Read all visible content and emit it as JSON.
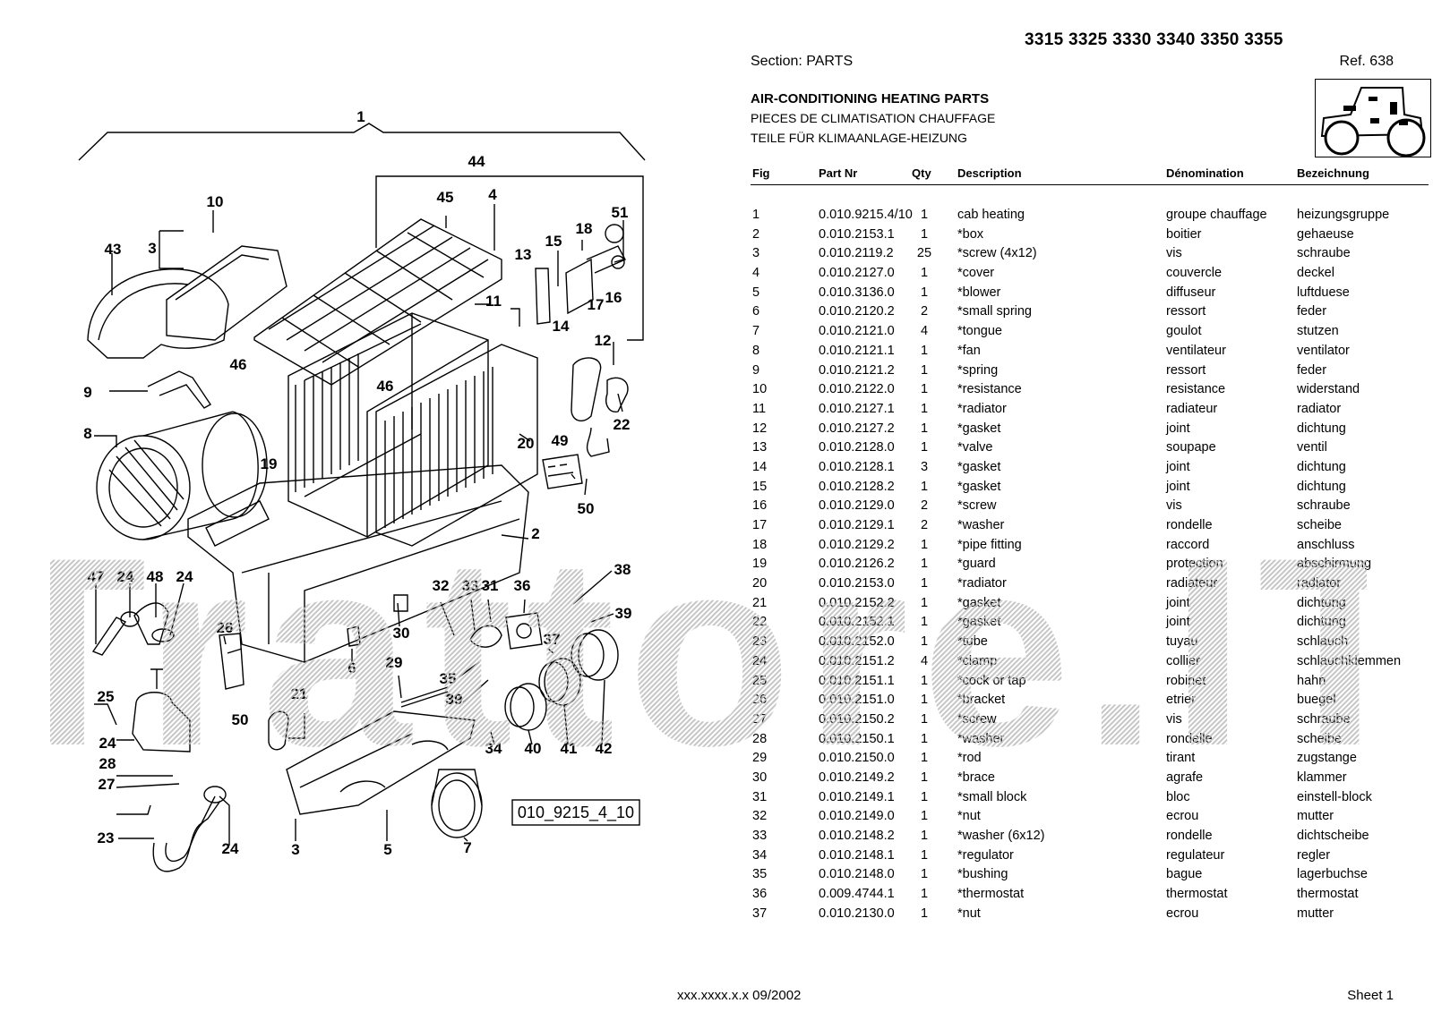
{
  "header": {
    "models": "3315 3325 3330 3340 3350 3355",
    "section": "Section: PARTS",
    "ref": "Ref. 638",
    "title_en": "AIR-CONDITIONING HEATING PARTS",
    "title_fr": "PIECES DE CLIMATISATION CHAUFFAGE",
    "title_de": "TEILE FÜR KLIMAANLAGE-HEIZUNG"
  },
  "table": {
    "headers": {
      "fig": "Fig",
      "part": "Part Nr",
      "qty": "Qty",
      "en": "Description",
      "fr": "Dénomination",
      "de": "Bezeichnung"
    },
    "rows": [
      {
        "fig": "1",
        "part": "0.010.9215.4/10",
        "qty": "1",
        "en": "cab heating",
        "fr": "groupe chauffage",
        "de": "heizungsgruppe"
      },
      {
        "fig": "2",
        "part": "0.010.2153.1",
        "qty": "1",
        "en": "*box",
        "fr": "boitier",
        "de": "gehaeuse"
      },
      {
        "fig": "3",
        "part": "0.010.2119.2",
        "qty": "25",
        "en": "*screw (4x12)",
        "fr": "vis",
        "de": "schraube"
      },
      {
        "fig": "4",
        "part": "0.010.2127.0",
        "qty": "1",
        "en": "*cover",
        "fr": "couvercle",
        "de": "deckel"
      },
      {
        "fig": "5",
        "part": "0.010.3136.0",
        "qty": "1",
        "en": "*blower",
        "fr": "diffuseur",
        "de": "luftduese"
      },
      {
        "fig": "6",
        "part": "0.010.2120.2",
        "qty": "2",
        "en": "*small spring",
        "fr": "ressort",
        "de": "feder"
      },
      {
        "fig": "7",
        "part": "0.010.2121.0",
        "qty": "4",
        "en": "*tongue",
        "fr": "goulot",
        "de": "stutzen"
      },
      {
        "fig": "8",
        "part": "0.010.2121.1",
        "qty": "1",
        "en": "*fan",
        "fr": "ventilateur",
        "de": "ventilator"
      },
      {
        "fig": "9",
        "part": "0.010.2121.2",
        "qty": "1",
        "en": "*spring",
        "fr": "ressort",
        "de": "feder"
      },
      {
        "fig": "10",
        "part": "0.010.2122.0",
        "qty": "1",
        "en": "*resistance",
        "fr": "resistance",
        "de": "widerstand"
      },
      {
        "fig": "11",
        "part": "0.010.2127.1",
        "qty": "1",
        "en": "*radiator",
        "fr": "radiateur",
        "de": "radiator"
      },
      {
        "fig": "12",
        "part": "0.010.2127.2",
        "qty": "1",
        "en": "*gasket",
        "fr": "joint",
        "de": "dichtung"
      },
      {
        "fig": "13",
        "part": "0.010.2128.0",
        "qty": "1",
        "en": "*valve",
        "fr": "soupape",
        "de": "ventil"
      },
      {
        "fig": "14",
        "part": "0.010.2128.1",
        "qty": "3",
        "en": "*gasket",
        "fr": "joint",
        "de": "dichtung"
      },
      {
        "fig": "15",
        "part": "0.010.2128.2",
        "qty": "1",
        "en": "*gasket",
        "fr": "joint",
        "de": "dichtung"
      },
      {
        "fig": "16",
        "part": "0.010.2129.0",
        "qty": "2",
        "en": "*screw",
        "fr": "vis",
        "de": "schraube"
      },
      {
        "fig": "17",
        "part": "0.010.2129.1",
        "qty": "2",
        "en": "*washer",
        "fr": "rondelle",
        "de": "scheibe"
      },
      {
        "fig": "18",
        "part": "0.010.2129.2",
        "qty": "1",
        "en": "*pipe fitting",
        "fr": "raccord",
        "de": "anschluss"
      },
      {
        "fig": "19",
        "part": "0.010.2126.2",
        "qty": "1",
        "en": "*guard",
        "fr": "protection",
        "de": "abschirmung"
      },
      {
        "fig": "20",
        "part": "0.010.2153.0",
        "qty": "1",
        "en": "*radiator",
        "fr": "radiateur",
        "de": "radiator"
      },
      {
        "fig": "21",
        "part": "0.010.2152.2",
        "qty": "1",
        "en": "*gasket",
        "fr": "joint",
        "de": "dichtung"
      },
      {
        "fig": "22",
        "part": "0.010.2152.1",
        "qty": "1",
        "en": "*gasket",
        "fr": "joint",
        "de": "dichtung"
      },
      {
        "fig": "23",
        "part": "0.010.2152.0",
        "qty": "1",
        "en": "*tube",
        "fr": "tuyau",
        "de": "schlauch"
      },
      {
        "fig": "24",
        "part": "0.010.2151.2",
        "qty": "4",
        "en": "*clamp",
        "fr": "collier",
        "de": "schlauchklemmen"
      },
      {
        "fig": "25",
        "part": "0.010.2151.1",
        "qty": "1",
        "en": "*cock or tap",
        "fr": "robinet",
        "de": "hahn"
      },
      {
        "fig": "26",
        "part": "0.010.2151.0",
        "qty": "1",
        "en": "*bracket",
        "fr": "etrier",
        "de": "buegel"
      },
      {
        "fig": "27",
        "part": "0.010.2150.2",
        "qty": "1",
        "en": "*screw",
        "fr": "vis",
        "de": "schraube"
      },
      {
        "fig": "28",
        "part": "0.010.2150.1",
        "qty": "1",
        "en": "*washer",
        "fr": "rondelle",
        "de": "scheibe"
      },
      {
        "fig": "29",
        "part": "0.010.2150.0",
        "qty": "1",
        "en": "*rod",
        "fr": "tirant",
        "de": "zugstange"
      },
      {
        "fig": "30",
        "part": "0.010.2149.2",
        "qty": "1",
        "en": "*brace",
        "fr": "agrafe",
        "de": "klammer"
      },
      {
        "fig": "31",
        "part": "0.010.2149.1",
        "qty": "1",
        "en": "*small block",
        "fr": "bloc",
        "de": "einstell-block"
      },
      {
        "fig": "32",
        "part": "0.010.2149.0",
        "qty": "1",
        "en": "*nut",
        "fr": "ecrou",
        "de": "mutter"
      },
      {
        "fig": "33",
        "part": "0.010.2148.2",
        "qty": "1",
        "en": "*washer (6x12)",
        "fr": "rondelle",
        "de": "dichtscheibe"
      },
      {
        "fig": "34",
        "part": "0.010.2148.1",
        "qty": "1",
        "en": "*regulator",
        "fr": "regulateur",
        "de": "regler"
      },
      {
        "fig": "35",
        "part": "0.010.2148.0",
        "qty": "1",
        "en": "*bushing",
        "fr": "bague",
        "de": "lagerbuchse"
      },
      {
        "fig": "36",
        "part": "0.009.4744.1",
        "qty": "1",
        "en": "*thermostat",
        "fr": "thermostat",
        "de": "thermostat"
      },
      {
        "fig": "37",
        "part": "0.010.2130.0",
        "qty": "1",
        "en": "*nut",
        "fr": "ecrou",
        "de": "mutter"
      }
    ]
  },
  "diagram": {
    "drawing_code": "010_9215_4_10",
    "callouts": [
      "1",
      "44",
      "45",
      "4",
      "10",
      "3",
      "43",
      "51",
      "18",
      "15",
      "13",
      "16",
      "17",
      "14",
      "11",
      "12",
      "22",
      "46",
      "46",
      "9",
      "8",
      "19",
      "20",
      "49",
      "50",
      "2",
      "47",
      "24",
      "48",
      "24",
      "26",
      "25",
      "50",
      "24",
      "28",
      "27",
      "23",
      "24",
      "21",
      "32",
      "33",
      "31",
      "36",
      "38",
      "39",
      "37",
      "30",
      "6",
      "29",
      "35",
      "39",
      "34",
      "40",
      "41",
      "42",
      "3",
      "5",
      "7"
    ]
  },
  "watermark": "Trattore.IT",
  "footer": {
    "code": "xxx.xxxx.x.x  09/2002",
    "sheet": "Sheet 1"
  }
}
